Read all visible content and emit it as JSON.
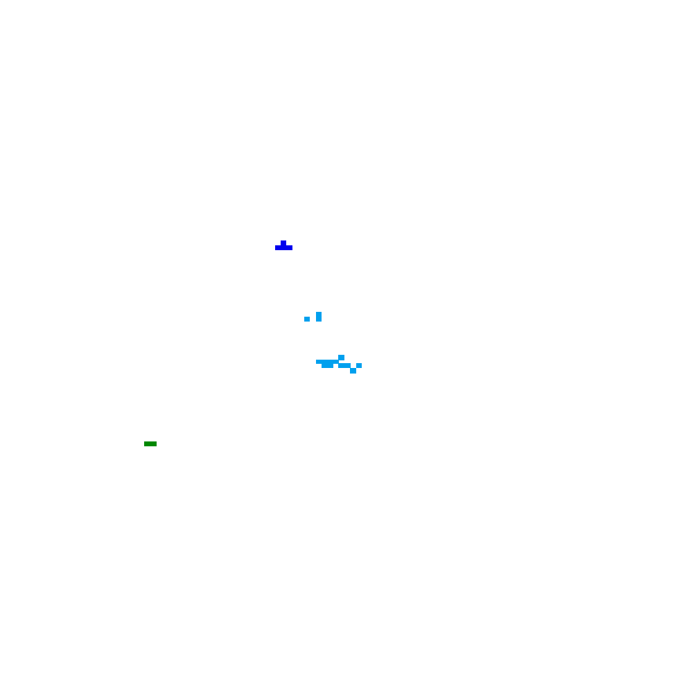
{
  "map": {
    "background": "#ffffff",
    "features": [
      {
        "category": "deep-water",
        "color": "#0000ee"
      },
      {
        "category": "shallow-water",
        "color": "#00a0ee"
      },
      {
        "category": "vegetation",
        "color": "#008800"
      }
    ]
  }
}
